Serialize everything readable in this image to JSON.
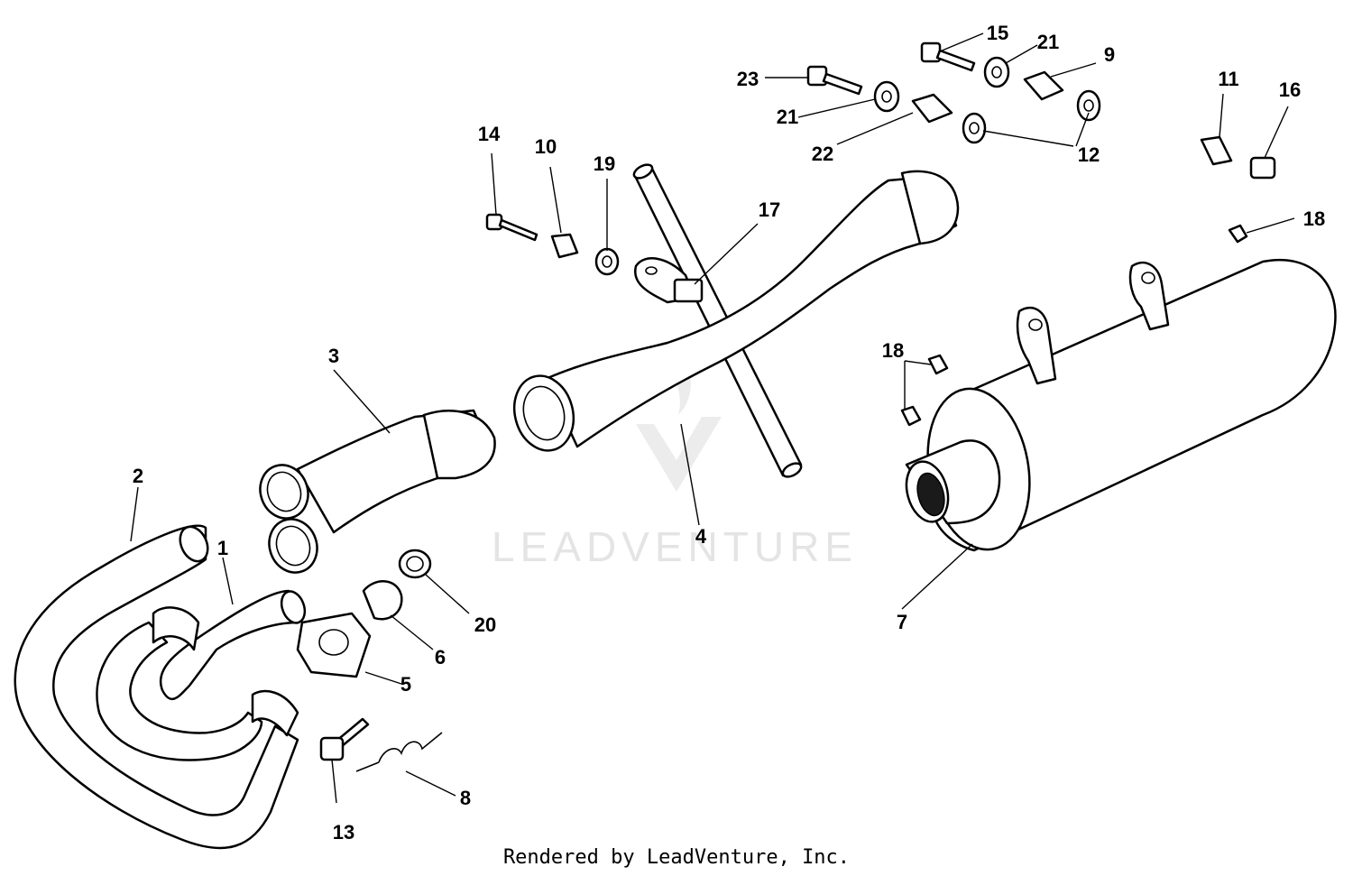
{
  "watermark": "LEADVENTURE",
  "footer": "Rendered by LeadVenture, Inc.",
  "callouts": [
    {
      "id": "1",
      "label": "1"
    },
    {
      "id": "2",
      "label": "2"
    },
    {
      "id": "3",
      "label": "3"
    },
    {
      "id": "4",
      "label": "4"
    },
    {
      "id": "5",
      "label": "5"
    },
    {
      "id": "6",
      "label": "6"
    },
    {
      "id": "7",
      "label": "7"
    },
    {
      "id": "8",
      "label": "8"
    },
    {
      "id": "9",
      "label": "9"
    },
    {
      "id": "10",
      "label": "10"
    },
    {
      "id": "11",
      "label": "11"
    },
    {
      "id": "12",
      "label": "12"
    },
    {
      "id": "13",
      "label": "13"
    },
    {
      "id": "14",
      "label": "14"
    },
    {
      "id": "15",
      "label": "15"
    },
    {
      "id": "16",
      "label": "16"
    },
    {
      "id": "17",
      "label": "17"
    },
    {
      "id": "18a",
      "label": "18"
    },
    {
      "id": "18b",
      "label": "18"
    },
    {
      "id": "19",
      "label": "19"
    },
    {
      "id": "20",
      "label": "20"
    },
    {
      "id": "21a",
      "label": "21"
    },
    {
      "id": "21b",
      "label": "21"
    },
    {
      "id": "22",
      "label": "22"
    },
    {
      "id": "23",
      "label": "23"
    }
  ]
}
